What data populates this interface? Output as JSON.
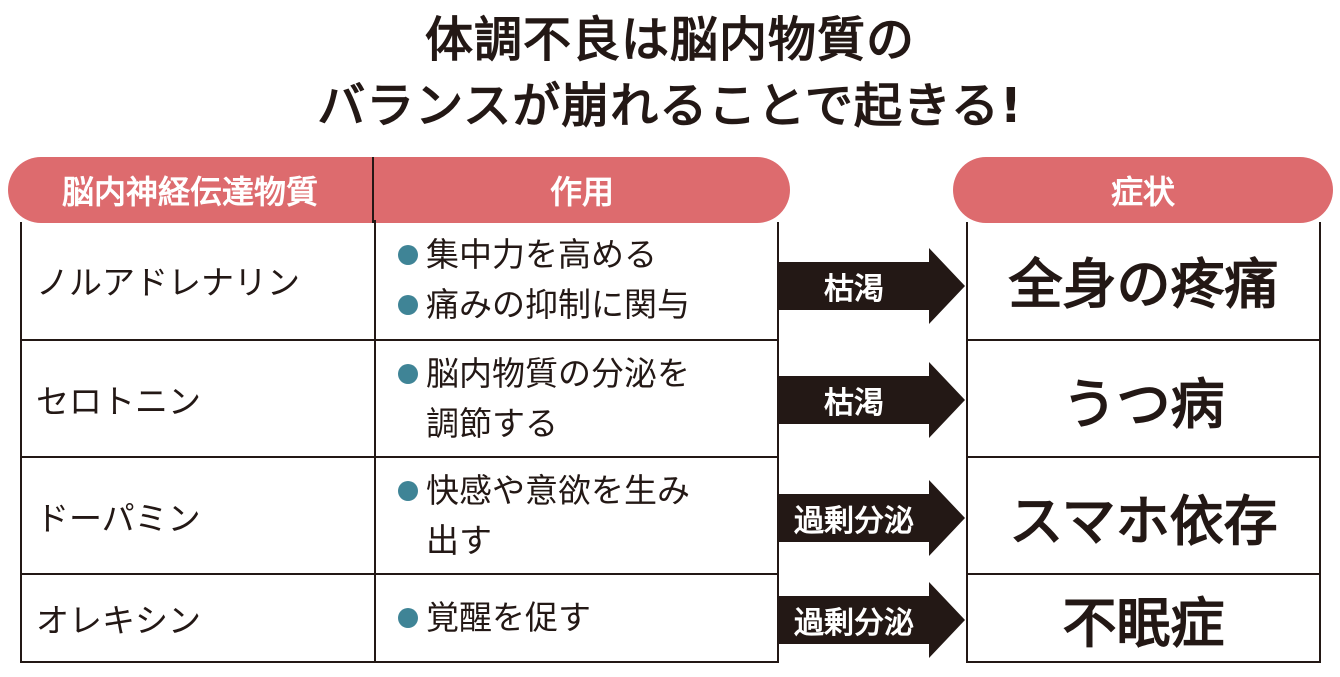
{
  "title": {
    "line1": "体調不良は脳内物質の",
    "line2": "バランスが崩れることで起きる!"
  },
  "headers": {
    "substance": "脳内神経伝達物質",
    "action": "作用",
    "symptom": "症状"
  },
  "colors": {
    "header": "#dd6b6e",
    "bullet": "#3f8496",
    "arrow": "#231815"
  },
  "rows": [
    {
      "name": "ノルアドレナリン",
      "actions": [
        "集中力を高める",
        "痛みの抑制に関与"
      ],
      "arrow": "枯渇",
      "symptom": "全身の疼痛"
    },
    {
      "name": "セロトニン",
      "actions": [
        "脳内物質の分泌を",
        "調節する"
      ],
      "arrow": "枯渇",
      "symptom": "うつ病"
    },
    {
      "name": "ドーパミン",
      "actions": [
        "快感や意欲を生み",
        "出す"
      ],
      "arrow": "過剰分泌",
      "symptom": "スマホ依存"
    },
    {
      "name": "オレキシン",
      "actions": [
        "覚醒を促す"
      ],
      "arrow": "過剰分泌",
      "symptom": "不眠症"
    }
  ]
}
